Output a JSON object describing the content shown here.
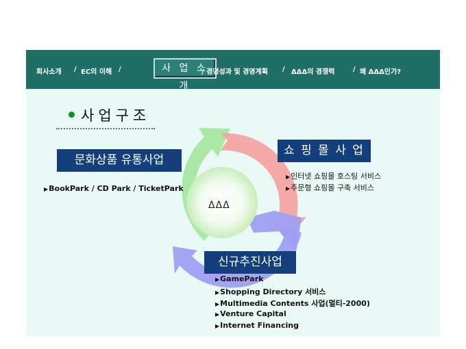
{
  "nav": {
    "items": [
      "회사소개",
      "/",
      "EC의 이해",
      "/",
      "/ 경영성과 및 경영계획",
      "/",
      "ΔΔΔ의 경쟁력",
      "/",
      "왜 ΔΔΔ인가?"
    ],
    "active_label": "사 업 소 개"
  },
  "title": "사업구조",
  "center": "ΔΔΔ",
  "segments": {
    "culture": {
      "label": "문화상품 유통사업",
      "items": [
        "BookPark / CD Park / TicketPark"
      ],
      "color": "#a6e8a0"
    },
    "shopping": {
      "label": "쇼 핑 몰 사 업",
      "items": [
        "인터넷 쇼핑몰 호스팅 서비스",
        "주문형 쇼핑몰 구축 서비스"
      ],
      "color": "#f4a3a3"
    },
    "new_business": {
      "label": "신규추진사업",
      "items": [
        "GamePark",
        "Shopping Directory 서비스",
        "Multimedia Contents 사업(멀티-2000)",
        "Venture Capital",
        "Internet Financing"
      ],
      "color": "#9f9ff2"
    }
  },
  "colors": {
    "nav_bg": "#1f6f68",
    "panel_bg": "#e9faf6",
    "label_bg": "#133f7c"
  }
}
